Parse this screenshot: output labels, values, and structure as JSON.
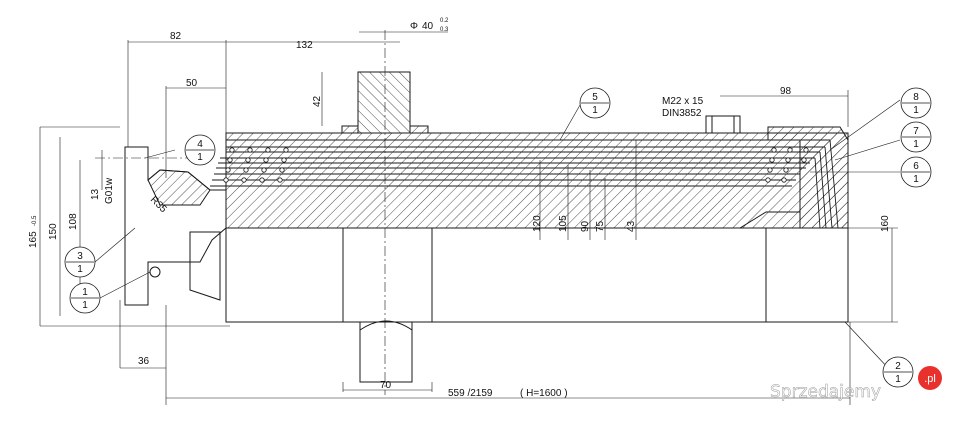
{
  "dimensions": {
    "d82": "82",
    "d132": "132",
    "d50": "50",
    "d42": "42",
    "d40": "40",
    "d40_tol_upper": "0.2",
    "d40_tol_lower": "0.3",
    "thread_spec": "M22 x 15",
    "thread_std": "DIN3852",
    "d98": "98",
    "d165": "165",
    "d165_tol": "-0.5",
    "d150": "150",
    "d108": "108",
    "d13": "13",
    "d13_fit": "G01w",
    "r35": "R35",
    "d120": "120",
    "d105": "105",
    "d90": "90",
    "d75": "75",
    "d43": "43",
    "d160": "160",
    "d36": "36",
    "d70": "70",
    "stroke_length": "559 /2159",
    "height_note": "( H=1600 )",
    "diam_symbol": "Φ"
  },
  "balloons": [
    {
      "top": "4",
      "bottom": "1"
    },
    {
      "top": "3",
      "bottom": "1"
    },
    {
      "top": "1",
      "bottom": "1"
    },
    {
      "top": "5",
      "bottom": "1"
    },
    {
      "top": "8",
      "bottom": "1"
    },
    {
      "top": "7",
      "bottom": "1"
    },
    {
      "top": "6",
      "bottom": "1"
    },
    {
      "top": "2",
      "bottom": "1"
    }
  ],
  "watermark": {
    "text": "Sprzedajemy",
    "suffix": ".pl",
    "accent": "#e8302c"
  },
  "colors": {
    "line": "#1a1a1a",
    "paper": "#ffffff"
  }
}
